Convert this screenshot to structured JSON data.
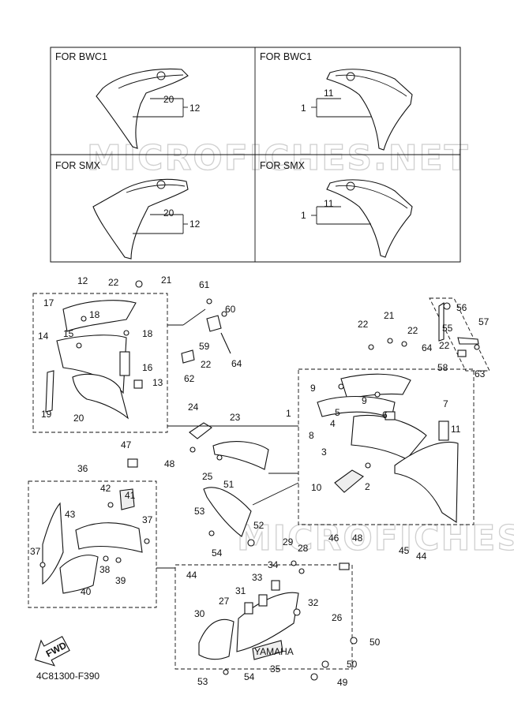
{
  "panels": {
    "tl": {
      "header": "FOR BWC1",
      "callout_a": "20",
      "callout_b": "12"
    },
    "tr": {
      "header": "FOR BWC1",
      "callout_a": "11",
      "callout_b": "1"
    },
    "bl": {
      "header": "FOR SMX",
      "callout_a": "20",
      "callout_b": "12"
    },
    "br": {
      "header": "FOR SMX",
      "callout_a": "11",
      "callout_b": "1"
    }
  },
  "watermarks": [
    "MICROFICHES.NET",
    "MICROFICHES.NET"
  ],
  "fwd_label": "FWD",
  "brand_mark": "YAMAHA",
  "diagram_code": "4C81300-F390",
  "labels": [
    {
      "t": "12"
    },
    {
      "t": "22"
    },
    {
      "t": "21"
    },
    {
      "t": "17"
    },
    {
      "t": "18"
    },
    {
      "t": "18"
    },
    {
      "t": "14"
    },
    {
      "t": "15"
    },
    {
      "t": "16"
    },
    {
      "t": "13"
    },
    {
      "t": "19"
    },
    {
      "t": "20"
    },
    {
      "t": "61"
    },
    {
      "t": "60"
    },
    {
      "t": "59"
    },
    {
      "t": "22"
    },
    {
      "t": "64"
    },
    {
      "t": "62"
    },
    {
      "t": "22"
    },
    {
      "t": "21"
    },
    {
      "t": "22"
    },
    {
      "t": "56"
    },
    {
      "t": "55"
    },
    {
      "t": "57"
    },
    {
      "t": "64"
    },
    {
      "t": "22"
    },
    {
      "t": "58"
    },
    {
      "t": "63"
    },
    {
      "t": "9"
    },
    {
      "t": "9"
    },
    {
      "t": "7"
    },
    {
      "t": "1"
    },
    {
      "t": "5"
    },
    {
      "t": "6"
    },
    {
      "t": "8"
    },
    {
      "t": "4"
    },
    {
      "t": "3"
    },
    {
      "t": "11"
    },
    {
      "t": "10"
    },
    {
      "t": "2"
    },
    {
      "t": "45"
    },
    {
      "t": "44"
    },
    {
      "t": "24"
    },
    {
      "t": "23"
    },
    {
      "t": "25"
    },
    {
      "t": "47"
    },
    {
      "t": "48"
    },
    {
      "t": "36"
    },
    {
      "t": "42"
    },
    {
      "t": "41"
    },
    {
      "t": "43"
    },
    {
      "t": "37"
    },
    {
      "t": "37"
    },
    {
      "t": "38"
    },
    {
      "t": "39"
    },
    {
      "t": "40"
    },
    {
      "t": "44"
    },
    {
      "t": "51"
    },
    {
      "t": "53"
    },
    {
      "t": "52"
    },
    {
      "t": "54"
    },
    {
      "t": "29"
    },
    {
      "t": "28"
    },
    {
      "t": "46"
    },
    {
      "t": "48"
    },
    {
      "t": "34"
    },
    {
      "t": "33"
    },
    {
      "t": "31"
    },
    {
      "t": "27"
    },
    {
      "t": "32"
    },
    {
      "t": "26"
    },
    {
      "t": "30"
    },
    {
      "t": "50"
    },
    {
      "t": "50"
    },
    {
      "t": "35"
    },
    {
      "t": "49"
    },
    {
      "t": "53"
    },
    {
      "t": "54"
    }
  ]
}
